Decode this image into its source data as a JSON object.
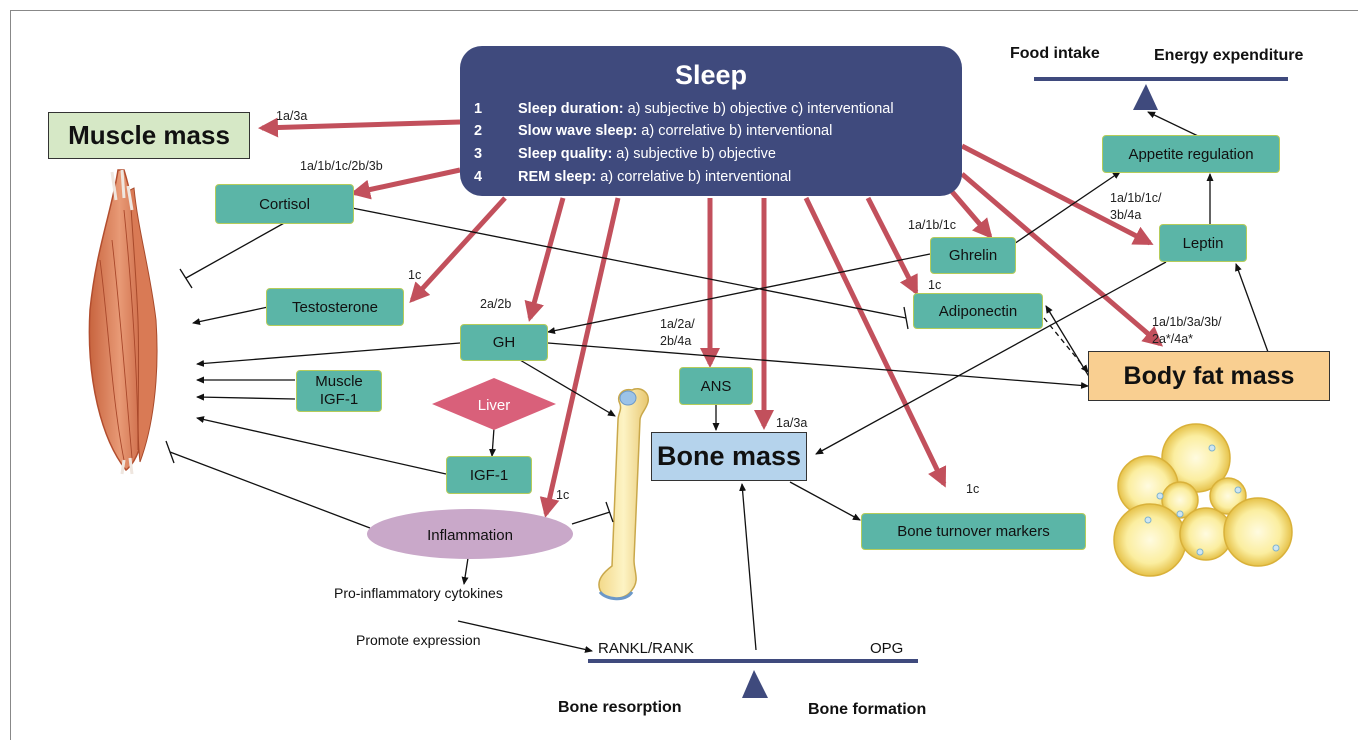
{
  "sleep": {
    "title": "Sleep",
    "items": [
      {
        "num": "1",
        "key": "Sleep duration:",
        "detail": " a) subjective b) objective c) interventional"
      },
      {
        "num": "2",
        "key": "Slow wave sleep:",
        "detail": " a) correlative b) interventional"
      },
      {
        "num": "3",
        "key": "Sleep quality:",
        "detail": " a) subjective b) objective"
      },
      {
        "num": "4",
        "key": "REM sleep:",
        "detail": " a) correlative b) interventional"
      }
    ]
  },
  "nodes": {
    "muscle_mass": "Muscle mass",
    "cortisol": "Cortisol",
    "testosterone": "Testosterone",
    "gh": "GH",
    "muscle_igf1_line1": "Muscle",
    "muscle_igf1_line2": "IGF-1",
    "liver": "Liver",
    "igf1": "IGF-1",
    "inflammation": "Inflammation",
    "ans": "ANS",
    "bone_mass": "Bone mass",
    "bone_turnover": "Bone turnover markers",
    "ghrelin": "Ghrelin",
    "adiponectin": "Adiponectin",
    "leptin": "Leptin",
    "appetite": "Appetite regulation",
    "body_fat_mass": "Body fat mass"
  },
  "labels": {
    "muscle": "1a/3a",
    "cortisol": "1a/1b/1c/2b/3b",
    "testosterone": "1c",
    "gh": "2a/2b",
    "ans_line1": "1a/2a/",
    "ans_line2": "2b/4a",
    "bone": "1a/3a",
    "inflammation": "1c",
    "bone_turnover": "1c",
    "ghrelin": "1a/1b/1c",
    "adiponectin": "1c",
    "leptin_line1": "1a/1b/1c/",
    "leptin_line2": "3b/4a",
    "fat_line1": "1a/1b/3a/3b/",
    "fat_line2": "2a*/4a*"
  },
  "texts": {
    "cytokines": "Pro-inflammatory cytokines",
    "promote": "Promote expression",
    "rankl": "RANKL/RANK",
    "opg": "OPG",
    "bone_resorption": "Bone resorption",
    "bone_formation": "Bone formation",
    "food_intake": "Food intake",
    "energy_expenditure": "Energy expenditure"
  },
  "colors": {
    "sleep_box": "#3f4a7d",
    "teal_node": "#5bb5a7",
    "red_arrow": "#c2505c",
    "liver": "#d9607a",
    "inflammation": "#c9a8c9",
    "bone_mass_box": "#b5d3ec",
    "fat_box": "#f9cf91",
    "muscle_box": "#d6e8c6"
  }
}
